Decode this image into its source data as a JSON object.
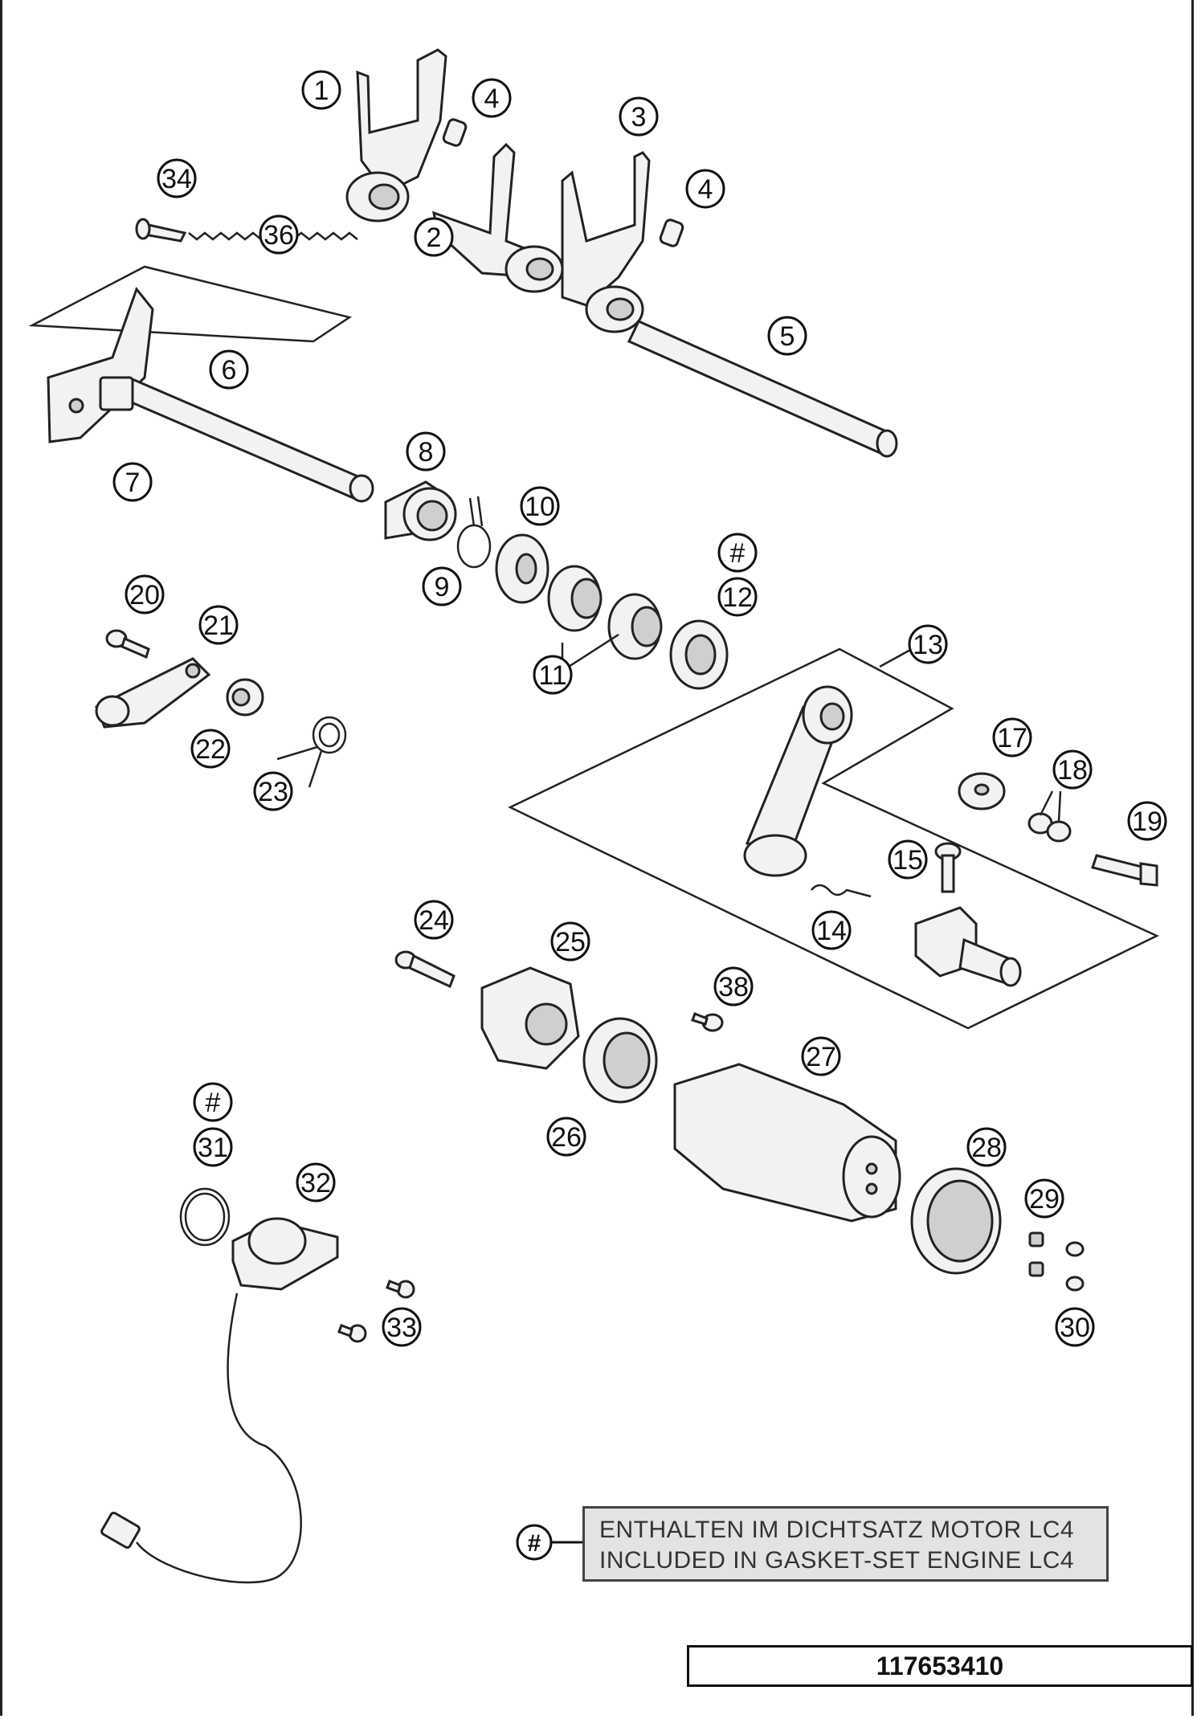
{
  "callouts": [
    "1",
    "2",
    "3",
    "4",
    "4",
    "5",
    "6",
    "7",
    "8",
    "9",
    "10",
    "11",
    "#",
    "12",
    "13",
    "14",
    "15",
    "17",
    "18",
    "19",
    "20",
    "21",
    "22",
    "23",
    "24",
    "25",
    "26",
    "27",
    "28",
    "29",
    "30",
    "#",
    "31",
    "32",
    "33",
    "34",
    "36",
    "38"
  ],
  "legend": {
    "symbol": "#",
    "line1": "ENTHALTEN IM DICHTSATZ MOTOR LC4",
    "line2": "INCLUDED IN GASKET-SET ENGINE LC4"
  },
  "reference_number": "117653410"
}
